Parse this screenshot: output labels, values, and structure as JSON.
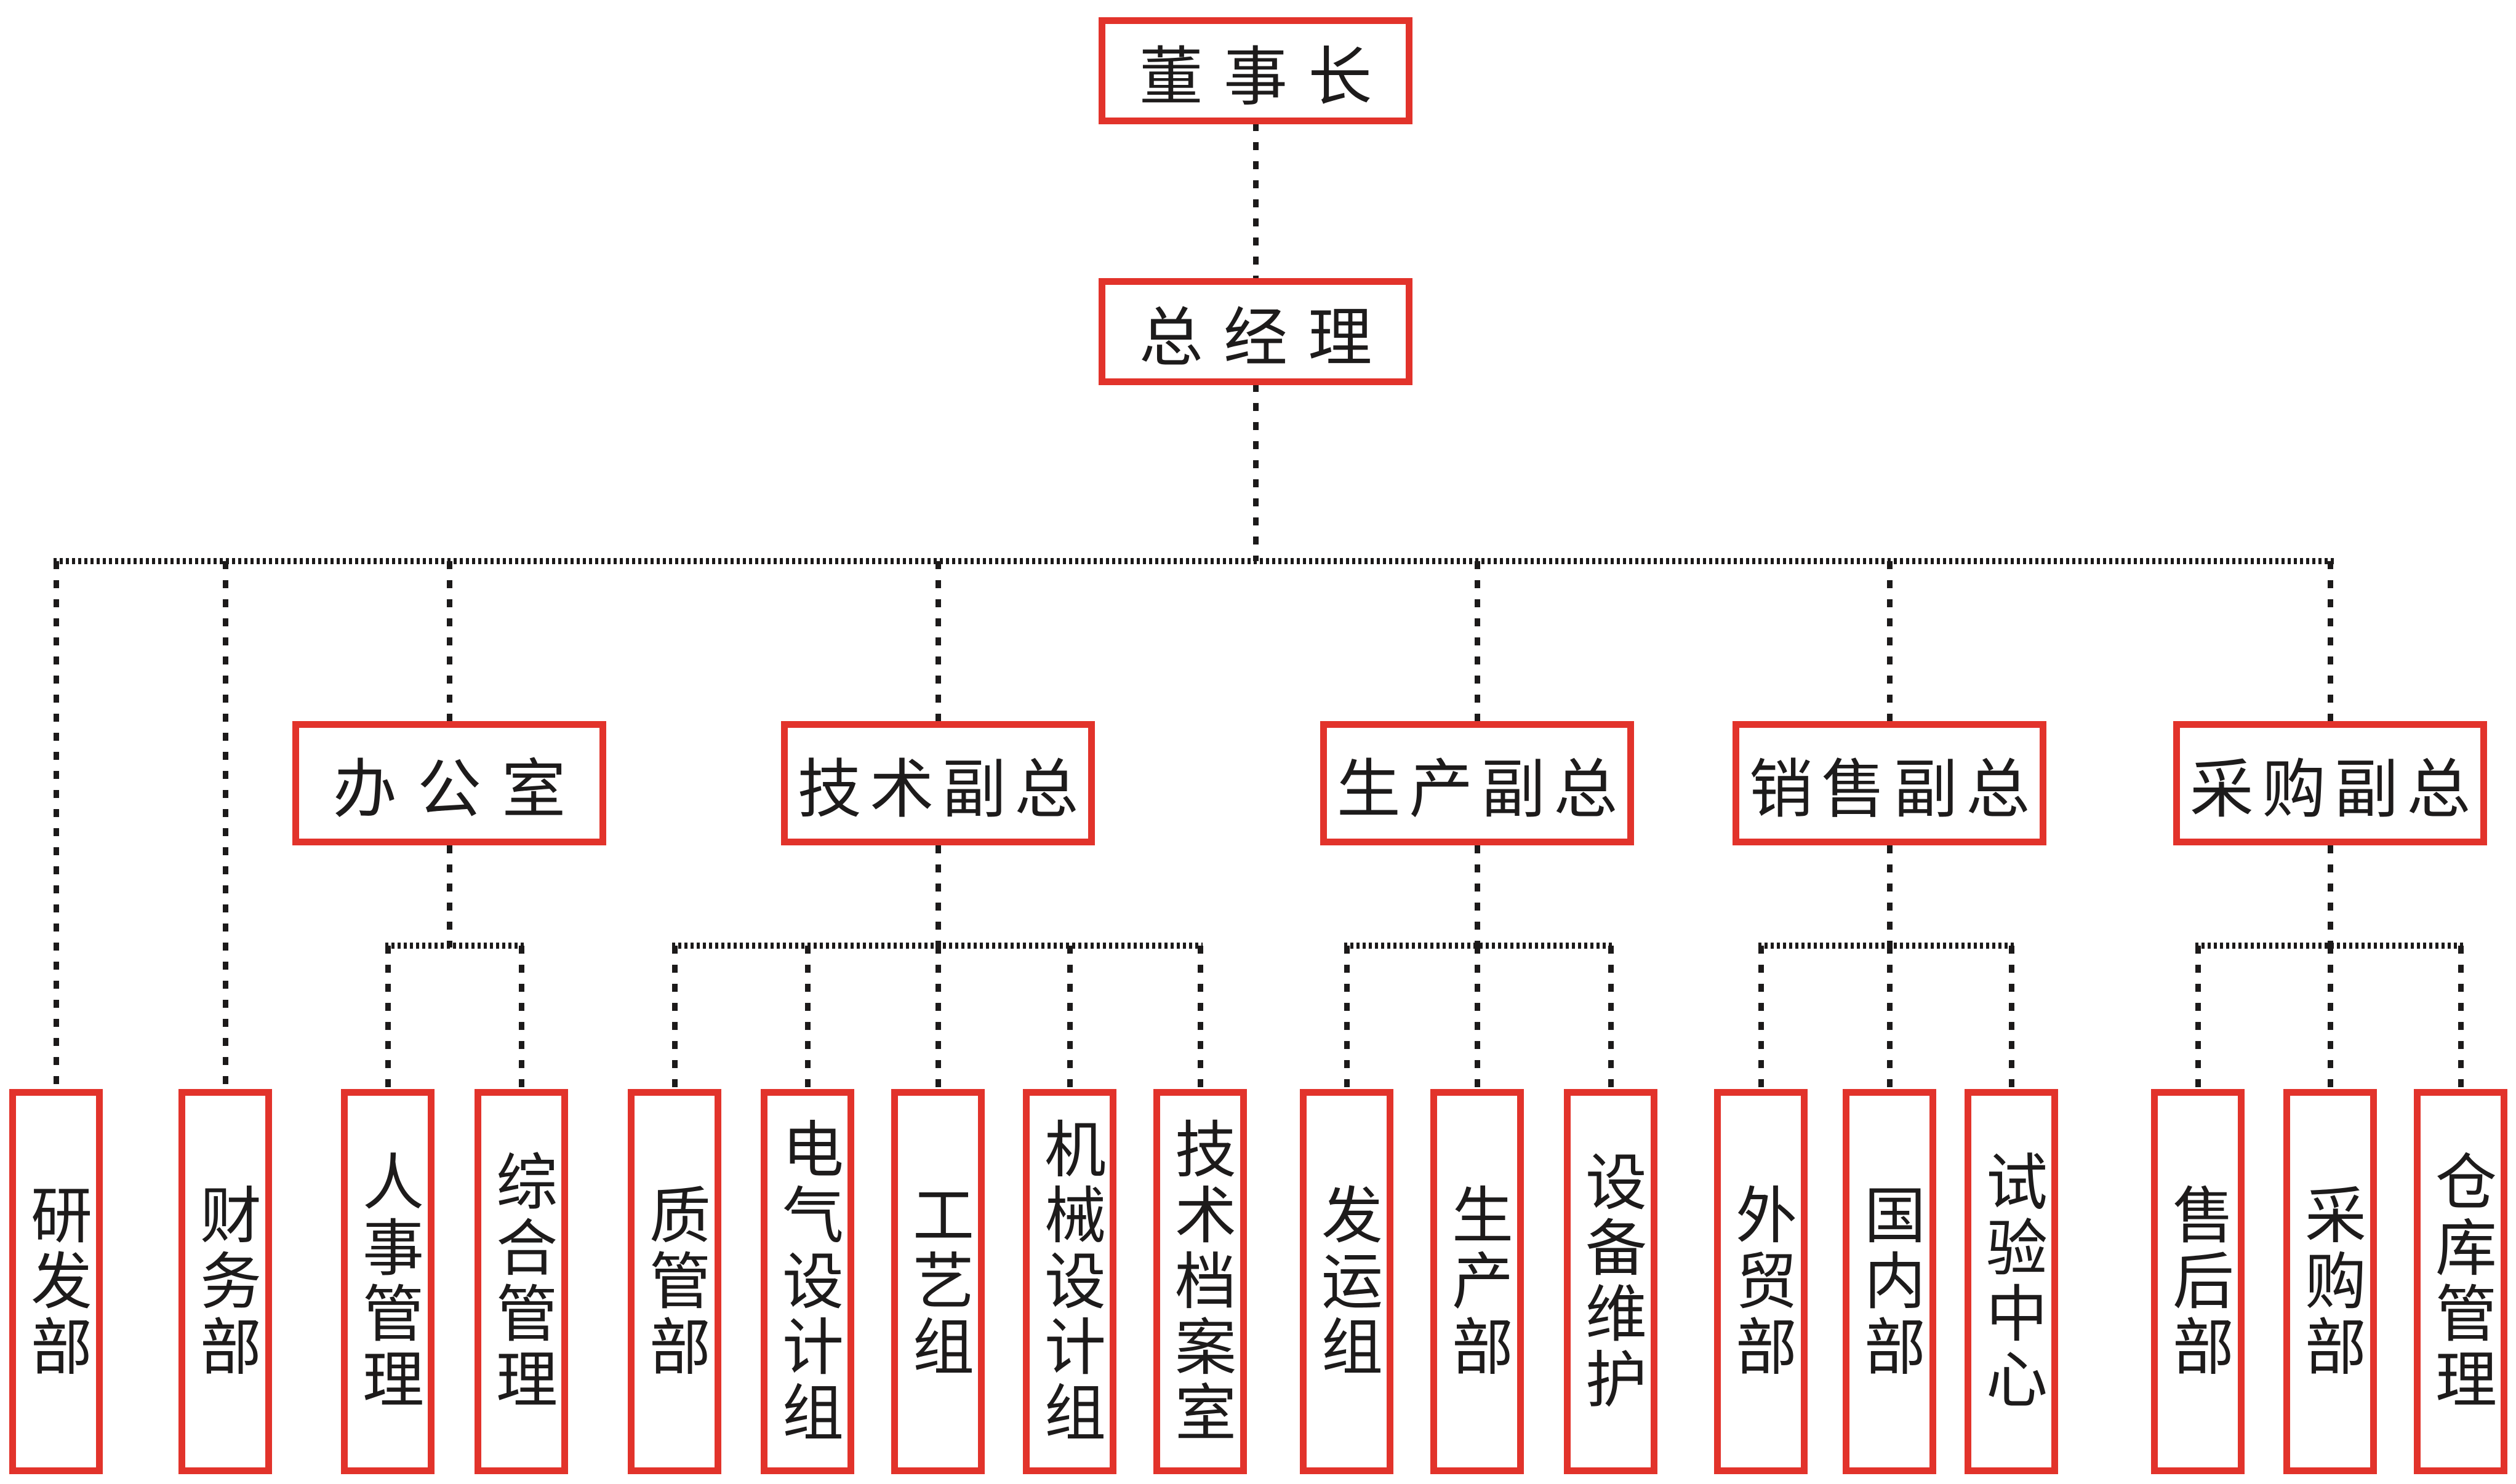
{
  "colors": {
    "box_border": "#e2332b",
    "box_fill": "#ffffff",
    "connector": "#1c1a1a",
    "text": "#1d1b1b",
    "background": "#ffffff"
  },
  "org_chart": {
    "type": "org-tree-diagram",
    "nodes": {
      "chairman": {
        "label": "董事长"
      },
      "general_manager": {
        "label": "总经理"
      },
      "office": {
        "label": "办公室"
      },
      "technical_vp": {
        "label": "技术副总"
      },
      "production_vp": {
        "label": "生产副总"
      },
      "sales_vp": {
        "label": "销售副总"
      },
      "procurement_vp": {
        "label": "采购副总"
      },
      "rd_dept": {
        "label": "研发部"
      },
      "finance_dept": {
        "label": "财务部"
      },
      "hr_management": {
        "label": "人事管理"
      },
      "general_management": {
        "label": "综合管理"
      },
      "quality_dept": {
        "label": "质管部"
      },
      "electrical_design_group": {
        "label": "电气设计组"
      },
      "process_group": {
        "label": "工艺组"
      },
      "mechanical_design_group": {
        "label": "机械设计组"
      },
      "technical_archives": {
        "label": "技术档案室"
      },
      "shipping_group": {
        "label": "发运组"
      },
      "production_dept": {
        "label": "生产部"
      },
      "equipment_maintenance": {
        "label": "设备维护"
      },
      "foreign_trade_dept": {
        "label": "外贸部"
      },
      "domestic_dept": {
        "label": "国内部"
      },
      "testing_center": {
        "label": "试验中心"
      },
      "after_sales_dept": {
        "label": "售后部"
      },
      "purchasing_dept": {
        "label": "采购部"
      },
      "warehouse_management": {
        "label": "仓库管理"
      }
    },
    "hierarchy": {
      "chairman": [
        "general_manager"
      ],
      "general_manager": [
        "rd_dept",
        "finance_dept",
        "office",
        "technical_vp",
        "production_vp",
        "sales_vp",
        "procurement_vp"
      ],
      "office": [
        "hr_management",
        "general_management"
      ],
      "technical_vp": [
        "quality_dept",
        "electrical_design_group",
        "process_group",
        "mechanical_design_group",
        "technical_archives"
      ],
      "production_vp": [
        "shipping_group",
        "production_dept",
        "equipment_maintenance"
      ],
      "sales_vp": [
        "foreign_trade_dept",
        "domestic_dept",
        "testing_center"
      ],
      "procurement_vp": [
        "after_sales_dept",
        "purchasing_dept",
        "warehouse_management"
      ]
    }
  }
}
